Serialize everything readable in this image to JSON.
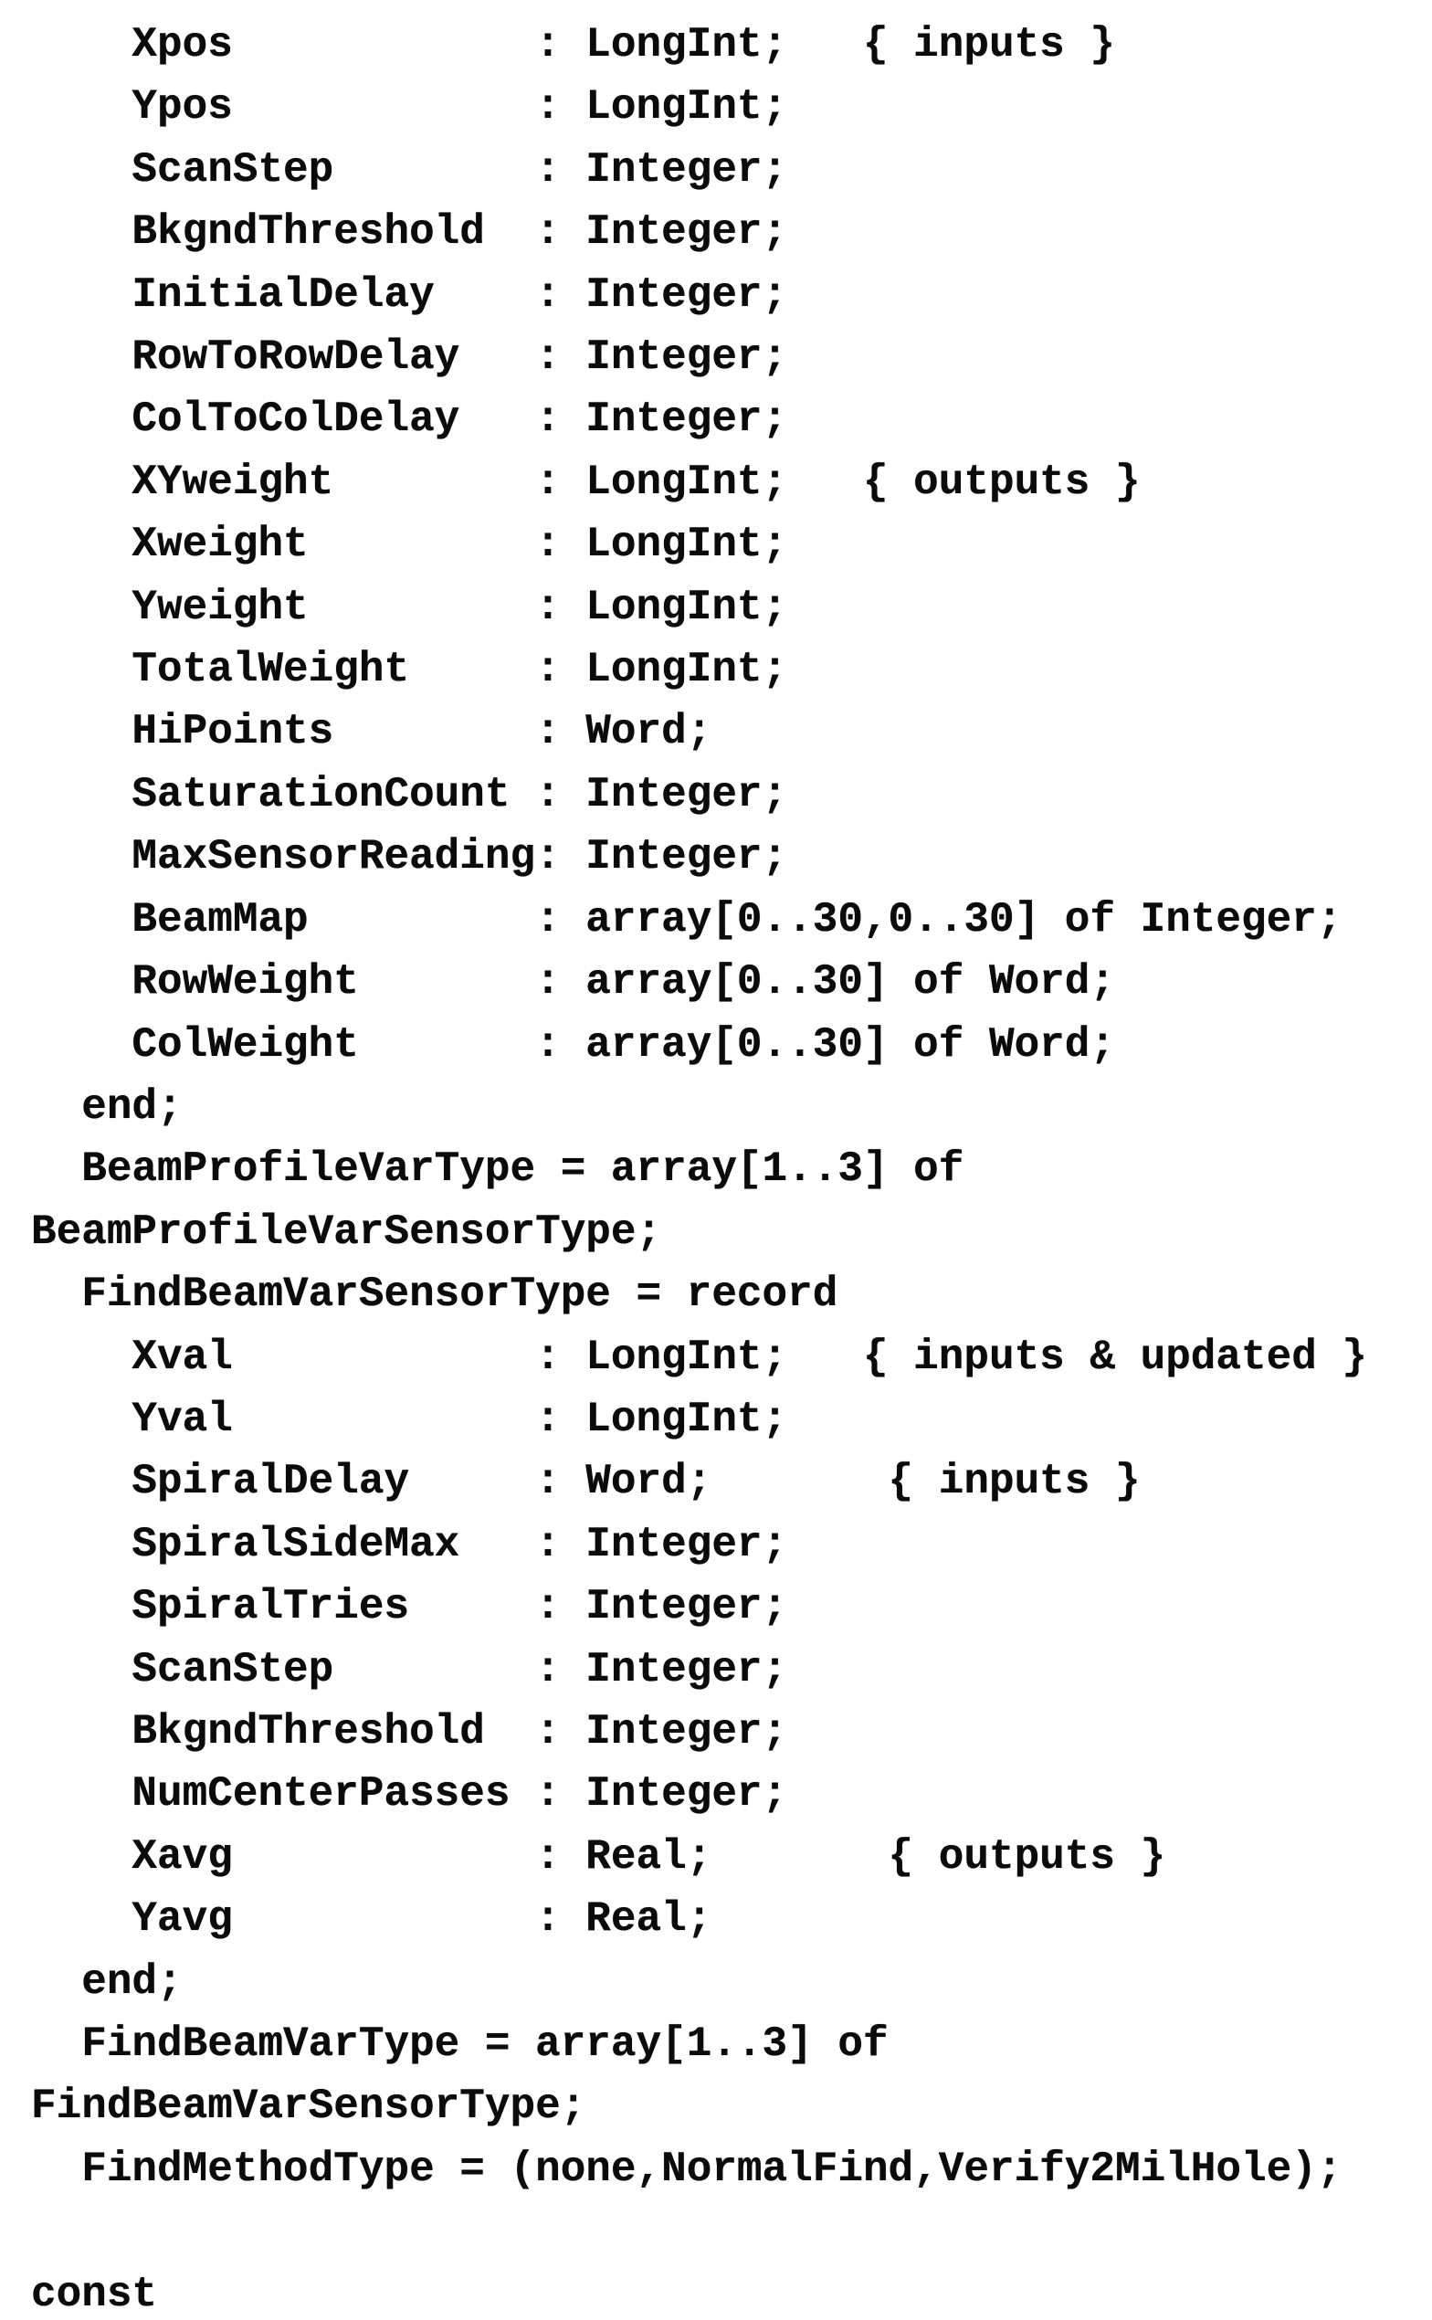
{
  "page": {
    "kind": "scanned-source-code-listing",
    "language": "pascal",
    "background_color": "#ffffff",
    "ink_color": "#0b0b0b"
  },
  "code_listing": {
    "lines": [
      "    Xpos            : LongInt;   { inputs }",
      "    Ypos            : LongInt;",
      "    ScanStep        : Integer;",
      "    BkgndThreshold  : Integer;",
      "    InitialDelay    : Integer;",
      "    RowToRowDelay   : Integer;",
      "    ColToColDelay   : Integer;",
      "    XYweight        : LongInt;   { outputs }",
      "    Xweight         : LongInt;",
      "    Yweight         : LongInt;",
      "    TotalWeight     : LongInt;",
      "    HiPoints        : Word;",
      "    SaturationCount : Integer;",
      "    MaxSensorReading: Integer;",
      "    BeamMap         : array[0..30,0..30] of Integer;",
      "    RowWeight       : array[0..30] of Word;",
      "    ColWeight       : array[0..30] of Word;",
      "  end;",
      "  BeamProfileVarType = array[1..3] of",
      "BeamProfileVarSensorType;",
      "  FindBeamVarSensorType = record",
      "    Xval            : LongInt;   { inputs & updated }",
      "    Yval            : LongInt;",
      "    SpiralDelay     : Word;       { inputs }",
      "    SpiralSideMax   : Integer;",
      "    SpiralTries     : Integer;",
      "    ScanStep        : Integer;",
      "    BkgndThreshold  : Integer;",
      "    NumCenterPasses : Integer;",
      "    Xavg            : Real;       { outputs }",
      "    Yavg            : Real;",
      "  end;",
      "  FindBeamVarType = array[1..3] of",
      "FindBeamVarSensorType;",
      "  FindMethodType = (none,NormalFind,Verify2MilHole);",
      "",
      "const"
    ]
  }
}
